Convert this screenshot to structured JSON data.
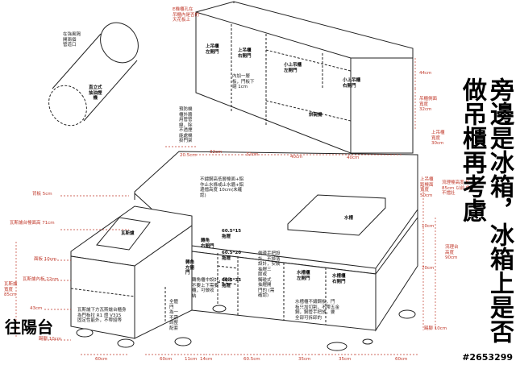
{
  "side_note": "旁邊是冰箱，冰箱上是否做吊櫃再考慮",
  "toward_balcony": "往陽台",
  "photo_id": "#2653299",
  "upper": {
    "note_height": "E機櫃孔在\n吊櫃內是否的\n天花板上",
    "left_door_left": "上吊櫃\n左開門",
    "left_door_right": "上吊櫃\n右開門",
    "shelf_note": "內加一層\n板，門板下\n縮 1cm",
    "small_left": "小上吊櫃\n左開門",
    "small_right": "小上吊櫃\n右開門",
    "hood": "烘碗機",
    "h44": "44cm",
    "side_depth": "吊櫃側面\n寬度\n32cm",
    "side_depth2": "上吊櫃\n寬度\n30cm",
    "w20": "20.5cm",
    "w32a": "32cm",
    "w32b": "32cm",
    "w40a": "40cm",
    "w40b": "40cm"
  },
  "hood_unit": {
    "note": "在強風隔\n開兩個\n管道口",
    "label": "直立式\n抽油煙\n機"
  },
  "middle_note": "預防機\n櫃外牆\n用管管\n線，除\n不透煙\n能處機\n掛門架",
  "counter": {
    "top_note": "不鏽鋼高低層檯面+鋁\n作止水條或止水牆+鋁\n邊擋高度 10cm(未確\n認)",
    "backsplash": "背板 5cm",
    "counter_height": "瓦斯爐台檯面高 71cm",
    "front_board": "面板 10cm",
    "inner_height": "瓦斯爐內板 22cm",
    "total_height": "瓦斯爐\n寬度\n85cm",
    "h43": "43cm",
    "leg": "踢腳 10cm",
    "right_note": "上吊櫃\n距檯面\n寬度\n50cm",
    "right_note2": "流理檯高度 於 85cm 以前\n做不擋灶",
    "right_h10": "10cm",
    "right_h70": "70cm",
    "right_total": "流理台\n高度\n90cm",
    "right_leg": "踢腳 10cm"
  },
  "stove": "瓦斯爐",
  "sink": "水槽",
  "stove_cabinet_note": "瓦斯爐下方瓦斯爐台櫃身\n為門板拉 R1 燈 V315\n固定性能外，不帶錢等",
  "side_dims": "全體\n門\n為一\n不需\n調整\n配套",
  "corner_label": "轉角\n右開門",
  "corner_label2": "轉角\n左開\n門",
  "corner_note": "轉角櫃中設計，轉角\n不要上下需要\n櫃，可做收\n納",
  "drawers": {
    "d1": "60.5*15\n拖屜",
    "d2": "60.5*20\n拖屜",
    "d3": "60.5*35\n拖屜"
  },
  "drawer_note": "側邊手把設\n計，不掉落\n設計，安裝\n抽屜三\n節或\n觸碰式\n抽屜開\n門的 (需\n確認)",
  "sink_left": "水槽櫃\n左開門",
  "sink_right": "水槽櫃\n右開門",
  "sink_note": "水槽櫃不鏽鋼板，門\n板只加切割，不帶五金\n鋼，鋼管手把放，要\n全部可拆卸的",
  "bottom_dims": [
    "60cm",
    "60cm",
    "11cm",
    "14cm",
    "60.5cm",
    "35cm",
    "35cm",
    "60cm"
  ]
}
